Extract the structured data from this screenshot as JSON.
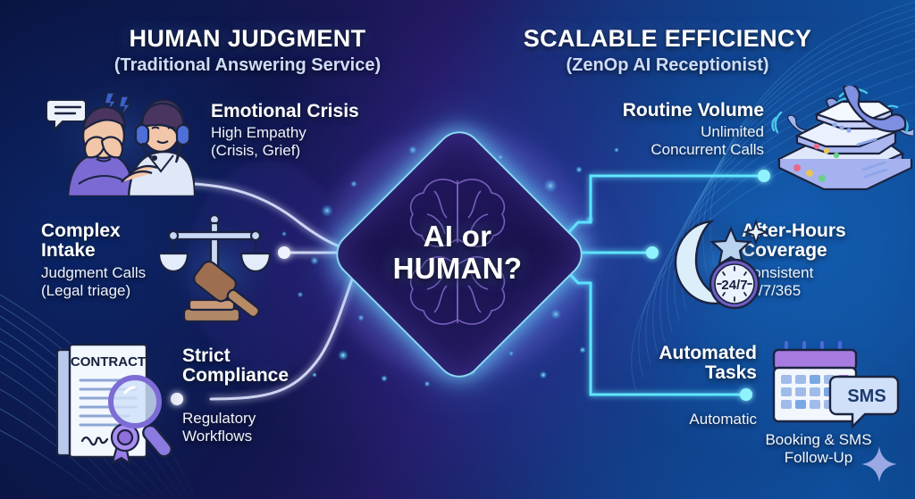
{
  "headers": {
    "left": {
      "title": "HUMAN JUDGMENT",
      "subtitle": "(Traditional Answering Service)"
    },
    "right": {
      "title": "SCALABLE EFFICIENCY",
      "subtitle": "(ZenOp AI Receptionist)"
    }
  },
  "center": {
    "line1": "AI or",
    "line2": "HUMAN?"
  },
  "left_items": [
    {
      "title": "Emotional Crisis",
      "detail_line1": "High Empathy",
      "detail_line2": "(Crisis, Grief)",
      "icon": "distressed-person-with-headset-agent-icon"
    },
    {
      "title_line1": "Complex",
      "title_line2": "Intake",
      "detail_line1": "Judgment Calls",
      "detail_line2": "(Legal triage)",
      "icon": "scales-of-justice-gavel-icon"
    },
    {
      "title_line1": "Strict",
      "title_line2": "Compliance",
      "detail_line1": "Regulatory",
      "detail_line2": "Workflows",
      "icon": "contract-magnifier-seal-icon"
    }
  ],
  "right_items": [
    {
      "title": "Routine Volume",
      "detail_line1": "Unlimited",
      "detail_line2": "Concurrent Calls",
      "icon": "stacked-phone-servers-icon"
    },
    {
      "title_line1": "After-Hours",
      "title_line2": "Coverage",
      "detail_line1": "Consistent",
      "detail_line2": "24/7/365",
      "icon": "moon-stars-clock-icon"
    },
    {
      "title_line1": "Automated",
      "title_line2": "Tasks",
      "detail_line1": "Automatic",
      "icon": "calendar-sms-icon"
    }
  ],
  "captions": {
    "booking_line1": "Booking & SMS",
    "booking_line2": "Follow-Up"
  },
  "icon_labels": {
    "contract": "CONTRACT",
    "clock": "24/7",
    "sms": "SMS"
  },
  "colors": {
    "accent_cyan": "#5fe7ff",
    "human_line": "#dfe4ff",
    "diamond_fill": "#1b1450",
    "background_deep": "#0a1038",
    "background_right": "#0f59a8"
  }
}
